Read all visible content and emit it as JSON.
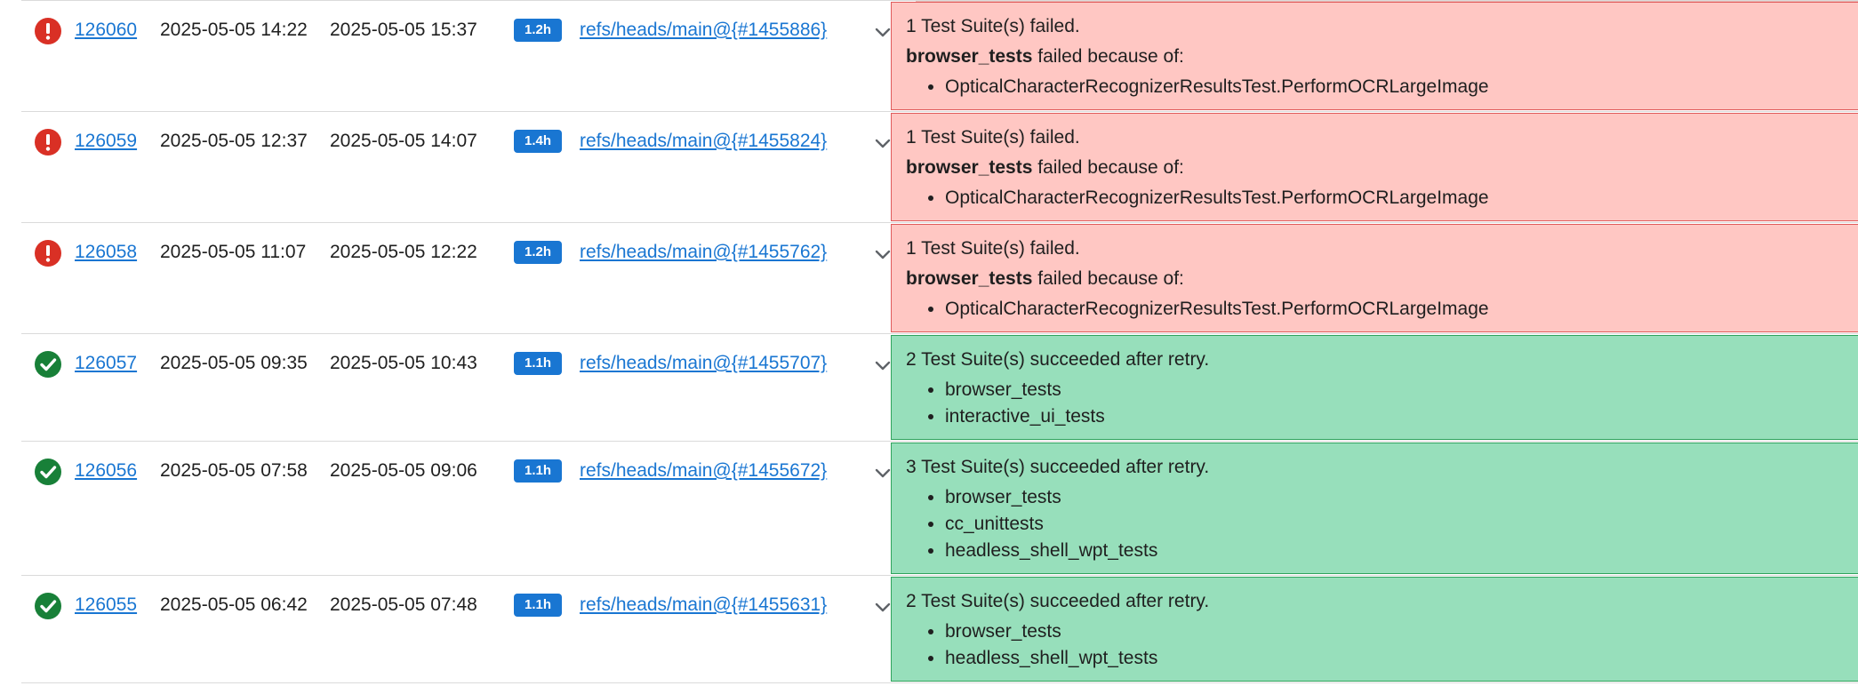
{
  "colors": {
    "link": "#1976d2",
    "badge": "#1976d2",
    "failure_bg": "#ffc7c3",
    "success_bg": "#97dfbb",
    "failure_icon": "#d93025",
    "success_icon": "#188038"
  },
  "builds": [
    {
      "status": "failure",
      "status_icon": "error-icon",
      "id": "126060",
      "start": "2025-05-05 14:22",
      "end": "2025-05-05 15:37",
      "duration": "1.2h",
      "ref": "refs/heads/main@{#1455886}",
      "summary": {
        "headline": "1 Test Suite(s) failed.",
        "suite": "browser_tests",
        "reason": " failed because of:",
        "items": [
          "OpticalCharacterRecognizerResultsTest.PerformOCRLargeImage"
        ]
      }
    },
    {
      "status": "failure",
      "status_icon": "error-icon",
      "id": "126059",
      "start": "2025-05-05 12:37",
      "end": "2025-05-05 14:07",
      "duration": "1.4h",
      "ref": "refs/heads/main@{#1455824}",
      "summary": {
        "headline": "1 Test Suite(s) failed.",
        "suite": "browser_tests",
        "reason": " failed because of:",
        "items": [
          "OpticalCharacterRecognizerResultsTest.PerformOCRLargeImage"
        ]
      }
    },
    {
      "status": "failure",
      "status_icon": "error-icon",
      "id": "126058",
      "start": "2025-05-05 11:07",
      "end": "2025-05-05 12:22",
      "duration": "1.2h",
      "ref": "refs/heads/main@{#1455762}",
      "summary": {
        "headline": "1 Test Suite(s) failed.",
        "suite": "browser_tests",
        "reason": " failed because of:",
        "items": [
          "OpticalCharacterRecognizerResultsTest.PerformOCRLargeImage"
        ]
      }
    },
    {
      "status": "success",
      "status_icon": "check-circle-icon",
      "id": "126057",
      "start": "2025-05-05 09:35",
      "end": "2025-05-05 10:43",
      "duration": "1.1h",
      "ref": "refs/heads/main@{#1455707}",
      "summary": {
        "headline": "2 Test Suite(s) succeeded after retry.",
        "items": [
          "browser_tests",
          "interactive_ui_tests"
        ]
      }
    },
    {
      "status": "success",
      "status_icon": "check-circle-icon",
      "id": "126056",
      "start": "2025-05-05 07:58",
      "end": "2025-05-05 09:06",
      "duration": "1.1h",
      "ref": "refs/heads/main@{#1455672}",
      "summary": {
        "headline": "3 Test Suite(s) succeeded after retry.",
        "items": [
          "browser_tests",
          "cc_unittests",
          "headless_shell_wpt_tests"
        ]
      }
    },
    {
      "status": "success",
      "status_icon": "check-circle-icon",
      "id": "126055",
      "start": "2025-05-05 06:42",
      "end": "2025-05-05 07:48",
      "duration": "1.1h",
      "ref": "refs/heads/main@{#1455631}",
      "summary": {
        "headline": "2 Test Suite(s) succeeded after retry.",
        "items": [
          "browser_tests",
          "headless_shell_wpt_tests"
        ]
      }
    }
  ]
}
